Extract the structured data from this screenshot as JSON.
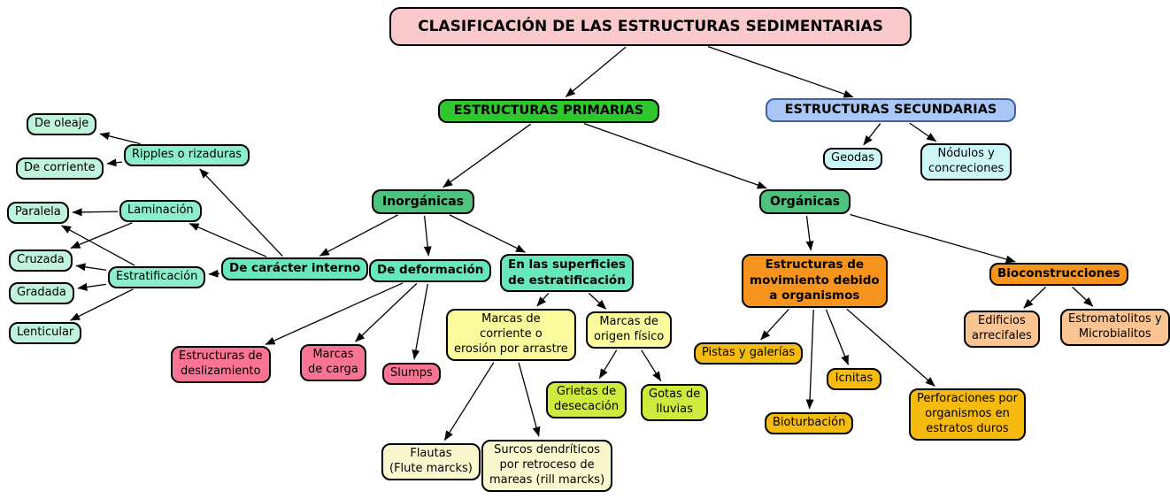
{
  "diagram": {
    "type": "concept-map",
    "title": "CLASIFICACIÓN DE LAS ESTRUCTURAS SEDIMENTARIAS",
    "background": "#FFFFFF",
    "arrow_color": "#000000",
    "nodes": {
      "title": {
        "label": "CLASIFICACIÓN DE LAS ESTRUCTURAS SEDIMENTARIAS",
        "color": "#F9C9CC"
      },
      "primarias": {
        "label": "ESTRUCTURAS PRIMARIAS",
        "color": "#2EC82E"
      },
      "secundarias": {
        "label": "ESTRUCTURAS SECUNDARIAS",
        "color": "#A9C7F4",
        "border": "#4060A8"
      },
      "geodas": {
        "label": "Geodas",
        "color": "#CDF6F6"
      },
      "nodulos": {
        "label": "Nódulos y\nconcreciones",
        "color": "#CDF6F6"
      },
      "de_oleaje": {
        "label": "De oleaje",
        "color": "#BFF3DC"
      },
      "de_corriente": {
        "label": "De corriente",
        "color": "#BFF3DC"
      },
      "ripples": {
        "label": "Ripples o rizaduras",
        "color": "#8CEECB"
      },
      "paralela": {
        "label": "Paralela",
        "color": "#BFF3DC"
      },
      "laminacion": {
        "label": "Laminación",
        "color": "#8CEECB"
      },
      "cruzada": {
        "label": "Cruzada",
        "color": "#BFF3DC"
      },
      "estratificacion": {
        "label": "Estratificación",
        "color": "#8CEECB"
      },
      "gradada": {
        "label": "Gradada",
        "color": "#BFF3DC"
      },
      "lenticular": {
        "label": "Lenticular",
        "color": "#BFF3DC"
      },
      "caracter_interno": {
        "label": "De carácter interno",
        "color": "#66E8BC"
      },
      "deformacion": {
        "label": "De deformación",
        "color": "#66E8BC"
      },
      "superficies": {
        "label": "En las superficies\nde estratificación",
        "color": "#66E8BC"
      },
      "inorganicas": {
        "label": "Inorgánicas",
        "color": "#4EC37E"
      },
      "organicas": {
        "label": "Orgánicas",
        "color": "#4EC37E"
      },
      "deslizamiento": {
        "label": "Estructuras de\ndeslizamiento",
        "color": "#F97394"
      },
      "marcas_carga": {
        "label": "Marcas\nde carga",
        "color": "#F97394"
      },
      "slumps": {
        "label": "Slumps",
        "color": "#F97394"
      },
      "marcas_corriente": {
        "label": "Marcas de\ncorriente o\nerosión por arrastre",
        "color": "#FBFA9C"
      },
      "marcas_origen": {
        "label": "Marcas de\norigen físico",
        "color": "#FBFA9C"
      },
      "grietas": {
        "label": "Grietas de\ndesecación",
        "color": "#CFE93C"
      },
      "gotas": {
        "label": "Gotas de\nlluvias",
        "color": "#CFE93C"
      },
      "flautas": {
        "label": "Flautas\n(Flute marcks)",
        "color": "#FAF7CE"
      },
      "surcos": {
        "label": "Surcos dendríticos\npor retroceso de\nmareas (rill marcks)",
        "color": "#FAF7CE"
      },
      "movimiento": {
        "label": "Estructuras de\nmovimiento debido\na organismos",
        "color": "#F7941E"
      },
      "bioconstrucciones": {
        "label": "Bioconstrucciones",
        "color": "#F7941E"
      },
      "pistas": {
        "label": "Pistas y galerías",
        "color": "#F5BB0F"
      },
      "icnitas": {
        "label": "Icnitas",
        "color": "#F5BB0F"
      },
      "bioturbacion": {
        "label": "Bioturbación",
        "color": "#F5BB0F"
      },
      "perforaciones": {
        "label": "Perforaciones por\norganismos en\nestratos duros",
        "color": "#F5BB0F"
      },
      "edificios": {
        "label": "Edificios\narrecifales",
        "color": "#FAC392"
      },
      "estromatolitos": {
        "label": "Estromatolitos y\nMicrobialitos",
        "color": "#FAC392"
      }
    },
    "edges": [
      {
        "from": "title",
        "to": "primarias"
      },
      {
        "from": "title",
        "to": "secundarias"
      },
      {
        "from": "secundarias",
        "to": "geodas"
      },
      {
        "from": "secundarias",
        "to": "nodulos"
      },
      {
        "from": "primarias",
        "to": "inorganicas"
      },
      {
        "from": "primarias",
        "to": "organicas"
      },
      {
        "from": "inorganicas",
        "to": "caracter_interno"
      },
      {
        "from": "inorganicas",
        "to": "deformacion"
      },
      {
        "from": "inorganicas",
        "to": "superficies"
      },
      {
        "from": "organicas",
        "to": "movimiento"
      },
      {
        "from": "organicas",
        "to": "bioconstrucciones"
      },
      {
        "from": "caracter_interno",
        "to": "ripples"
      },
      {
        "from": "caracter_interno",
        "to": "laminacion"
      },
      {
        "from": "caracter_interno",
        "to": "estratificacion"
      },
      {
        "from": "ripples",
        "to": "de_oleaje"
      },
      {
        "from": "ripples",
        "to": "de_corriente"
      },
      {
        "from": "laminacion",
        "to": "paralela"
      },
      {
        "from": "laminacion",
        "to": "cruzada"
      },
      {
        "from": "estratificacion",
        "to": "paralela"
      },
      {
        "from": "estratificacion",
        "to": "cruzada"
      },
      {
        "from": "estratificacion",
        "to": "gradada"
      },
      {
        "from": "estratificacion",
        "to": "lenticular"
      },
      {
        "from": "deformacion",
        "to": "deslizamiento"
      },
      {
        "from": "deformacion",
        "to": "marcas_carga"
      },
      {
        "from": "deformacion",
        "to": "slumps"
      },
      {
        "from": "superficies",
        "to": "marcas_corriente"
      },
      {
        "from": "superficies",
        "to": "marcas_origen"
      },
      {
        "from": "marcas_corriente",
        "to": "flautas"
      },
      {
        "from": "marcas_corriente",
        "to": "surcos"
      },
      {
        "from": "marcas_origen",
        "to": "grietas"
      },
      {
        "from": "marcas_origen",
        "to": "gotas"
      },
      {
        "from": "movimiento",
        "to": "pistas"
      },
      {
        "from": "movimiento",
        "to": "bioturbacion"
      },
      {
        "from": "movimiento",
        "to": "icnitas"
      },
      {
        "from": "movimiento",
        "to": "perforaciones"
      },
      {
        "from": "bioconstrucciones",
        "to": "edificios"
      },
      {
        "from": "bioconstrucciones",
        "to": "estromatolitos"
      }
    ]
  }
}
